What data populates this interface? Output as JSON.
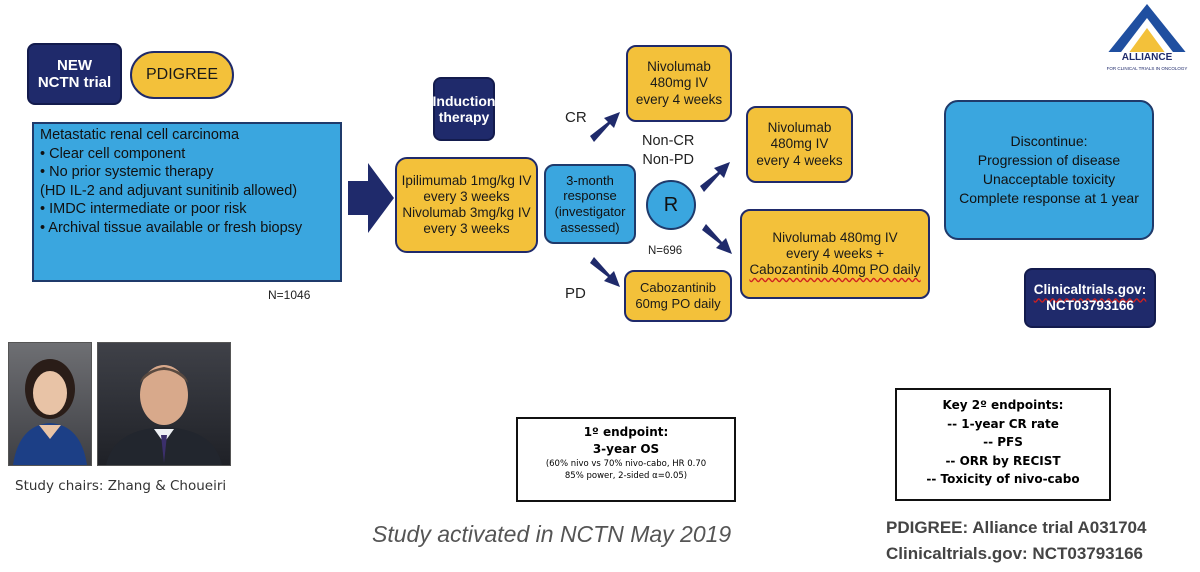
{
  "new_trial": [
    "NEW",
    "NCTN trial"
  ],
  "pdigree_tag": "PDIGREE",
  "population": {
    "title": "Metastatic renal cell carcinoma",
    "items": [
      "•  Clear cell component",
      "•  No prior systemic therapy",
      "(HD IL-2 and adjuvant sunitinib allowed)",
      "•  IMDC intermediate or poor risk",
      "•  Archival tissue available or fresh biopsy"
    ],
    "n": "N=1046"
  },
  "induction_label": [
    "Induction",
    "therapy"
  ],
  "induction_regimen": [
    "Ipilimumab 1mg/kg IV",
    "every 3 weeks",
    "Nivolumab 3mg/kg IV",
    "every 3 weeks"
  ],
  "response": [
    "3-month",
    "response",
    "(investigator",
    "assessed)"
  ],
  "cr_label": "CR",
  "pd_label": "PD",
  "noncr_label": [
    "Non-CR",
    "Non-PD"
  ],
  "randomize": "R",
  "n696": "N=696",
  "cr_arm": [
    "Nivolumab",
    "480mg IV",
    "every 4 weeks"
  ],
  "nivo_arm": [
    "Nivolumab",
    "480mg IV",
    "every 4 weeks"
  ],
  "combo_arm": [
    "Nivolumab 480mg IV",
    "every 4 weeks +",
    "Cabozantinib 40mg PO daily"
  ],
  "pd_arm": [
    "Cabozantinib",
    "60mg PO daily"
  ],
  "discontinue": [
    "Discontinue:",
    "Progression of disease",
    "Unacceptable toxicity",
    "Complete response at 1 year"
  ],
  "ct_badge": [
    "Clinicaltrials.gov:",
    "NCT03793166"
  ],
  "logo": {
    "name": "ALLIANCE",
    "sub": "FOR CLINICAL TRIALS IN ONCOLOGY",
    "color": "#1f4fa0",
    "accent": "#f3c13a"
  },
  "primary": {
    "title": "1º endpoint:",
    "metric": "3-year OS",
    "detail1": "(60% nivo vs 70% nivo-cabo, HR 0.70",
    "detail2": "85% power, 2-sided α=0.05)"
  },
  "secondary": {
    "title": "Key 2º endpoints:",
    "items": [
      "-- 1-year CR rate",
      "-- PFS",
      "-- ORR by RECIST",
      "-- Toxicity of nivo-cabo"
    ]
  },
  "chairs_caption": "Study chairs: Zhang & Choueiri",
  "activated": "Study activated in NCTN May 2019",
  "footer1": "PDIGREE: Alliance trial A031704",
  "footer2": "Clinicaltrials.gov: NCT03793166",
  "colors": {
    "navy": "#1f2a6b",
    "gold": "#f3c13a",
    "blue": "#3aa6df"
  }
}
